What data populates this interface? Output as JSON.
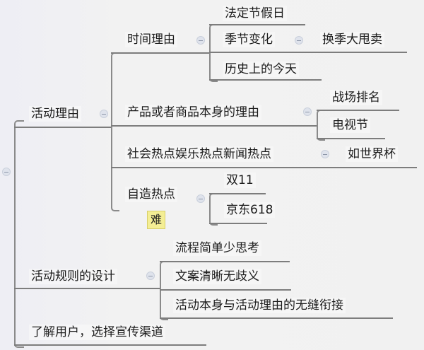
{
  "mindmap": {
    "root": {
      "children": [
        {
          "label": "活动理由",
          "children": [
            {
              "label": "时间理由",
              "children": [
                {
                  "label": "法定节假日"
                },
                {
                  "label": "季节变化",
                  "children": [
                    {
                      "label": "换季大甩卖"
                    }
                  ]
                },
                {
                  "label": "历史上的今天"
                }
              ]
            },
            {
              "label": "产品或者商品本身的理由",
              "children": [
                {
                  "label": "战场排名"
                },
                {
                  "label": "电视节"
                }
              ]
            },
            {
              "label": "社会热点娱乐热点新闻热点",
              "children": [
                {
                  "label": "如世界杯"
                }
              ]
            },
            {
              "label": "自造热点",
              "marker": "难",
              "children": [
                {
                  "label": "双11"
                },
                {
                  "label": "京东618"
                }
              ]
            }
          ]
        },
        {
          "label": "活动规则的设计",
          "children": [
            {
              "label": "流程简单少思考"
            },
            {
              "label": "文案清晰无歧义"
            },
            {
              "label": "活动本身与活动理由的无缝衔接"
            }
          ]
        },
        {
          "label": "了解用户，选择宣传渠道"
        }
      ]
    }
  },
  "colors": {
    "background": "#f1f1f1",
    "connector": "#7d7d7d",
    "marker_bg": "#f4ee94",
    "collapse_icon": "#dfe3ec"
  }
}
